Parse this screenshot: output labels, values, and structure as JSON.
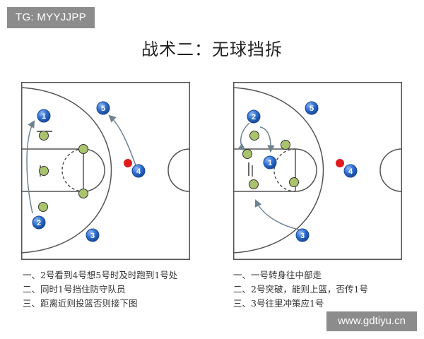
{
  "watermark_top": "TG: MYYJJPP",
  "watermark_bottom": "www.gdtiyu.cn",
  "title": "战术二：无球挡拆",
  "colors": {
    "offense": "#2f6fd0",
    "defense": "#a9c46c",
    "ball": "#e01b1b",
    "court_line": "#555555"
  },
  "diagrams": [
    {
      "offense_numbers": [
        "1",
        "5",
        "4",
        "2",
        "3"
      ],
      "notes": [
        "一、2号看到4号想5号时及时跑到1号处",
        "二、同时1号挡住防守队员",
        "三、距离近则投篮否则接下图"
      ]
    },
    {
      "offense_numbers": [
        "2",
        "5",
        "1",
        "4",
        "3"
      ],
      "notes": [
        "一、一号转身往中部走",
        "二、2号突破，能则上篮，否传1号",
        "三、3号往里冲策应1号"
      ]
    }
  ]
}
